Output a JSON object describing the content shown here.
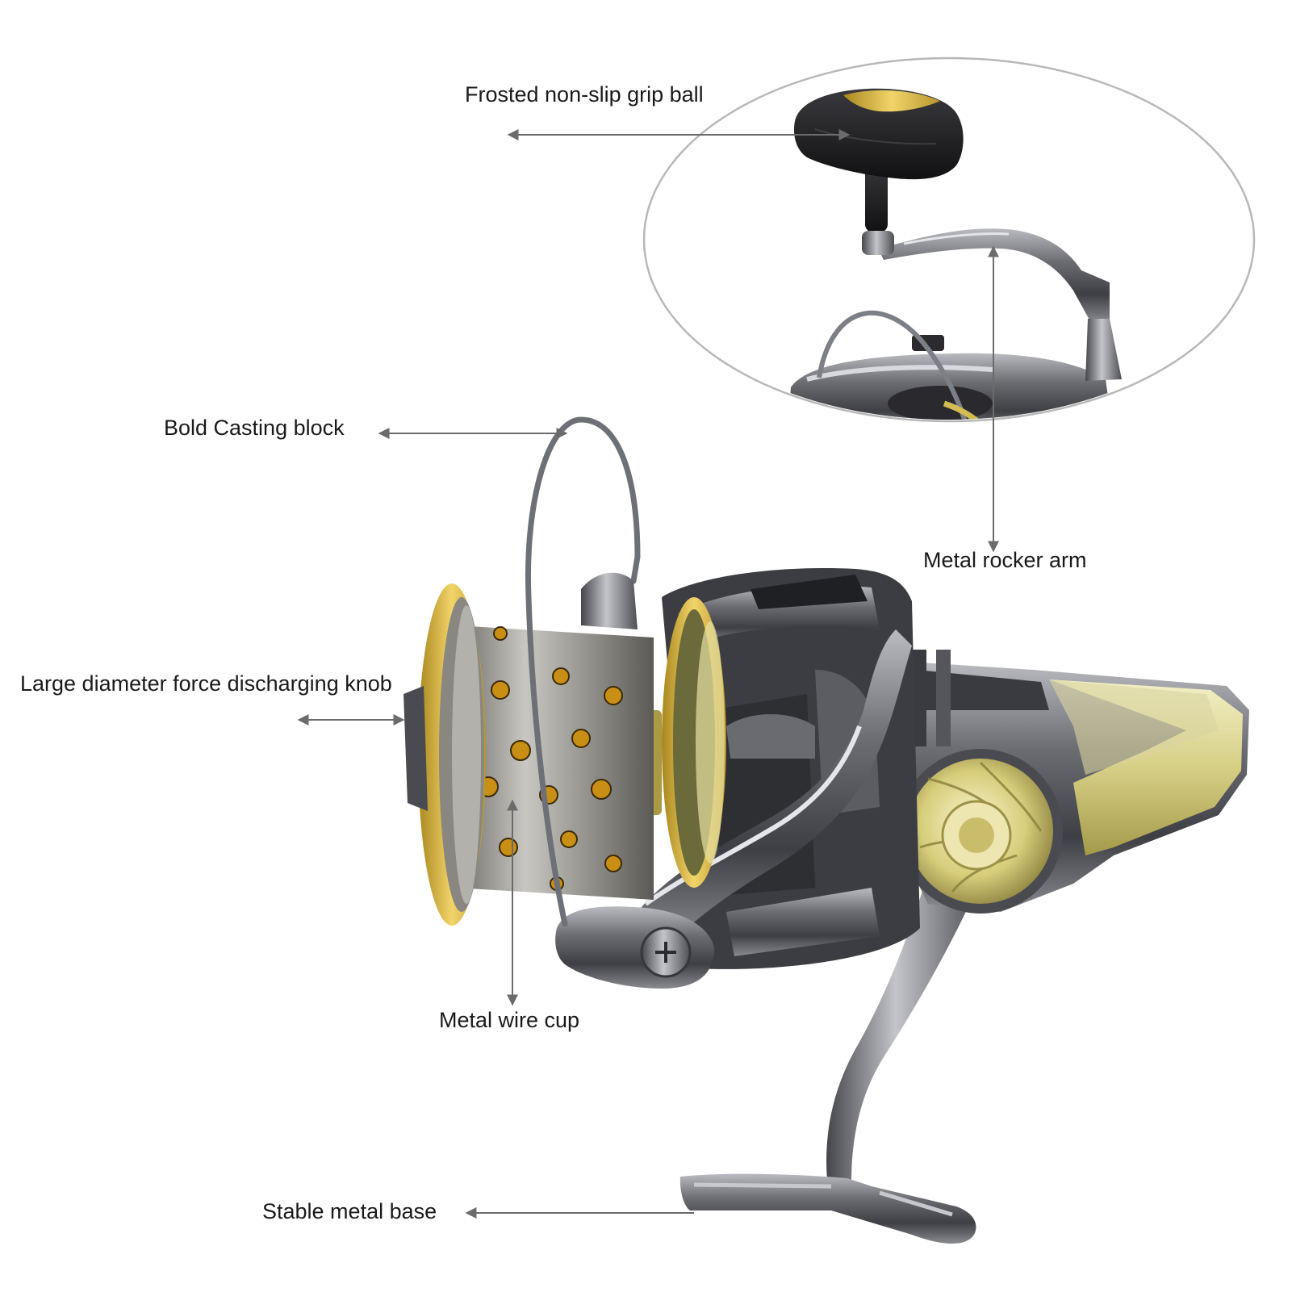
{
  "callouts": {
    "grip_ball": "Frosted non-slip grip ball",
    "casting_block": "Bold Casting block",
    "rocker_arm": "Metal rocker arm",
    "force_knob": "Large diameter force discharging knob",
    "wire_cup": "Metal wire cup",
    "metal_base": "Stable metal base"
  },
  "colors": {
    "arrow": "#6b6b6b",
    "gunmetal": "#55565c",
    "chrome": "#9a9ca3",
    "gold": "#d3bc52",
    "pale_gold": "#ece8b8",
    "black_knob": "#1d1d1f"
  }
}
